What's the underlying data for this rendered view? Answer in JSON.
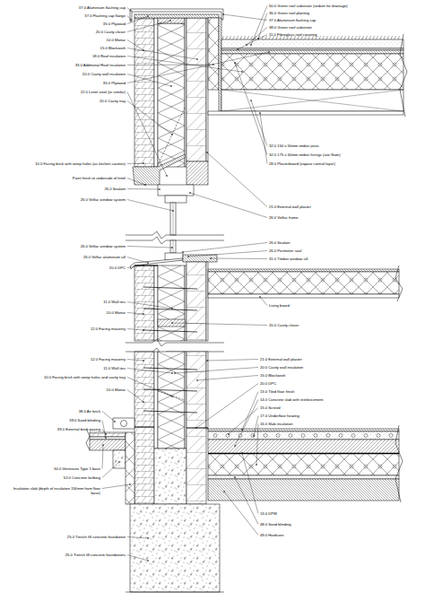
{
  "diagram": {
    "labels": [
      "37.0 Aluminium flashing cap",
      "37.0 Flashing cap flange",
      "35.0 Plywood",
      "20.0 Cavity closer",
      "10.0 Mortar",
      "15.0 Blockwork",
      "18.0 Roof insulation",
      "33.0 Additional Roof insulation",
      "20.0 Cavity wall insulation",
      "35.0 Plywood",
      "22.0 Lintel steel (or similar)",
      "20.0 Cavity tray",
      "10.0 Facing brick with weep holes (as kitchen cavities)",
      "Paint finish to underside of lintel",
      "26.0 Sealant",
      "26.0 Velfac window system",
      "50.0 Green roof substrate (sedum for drainage)",
      "36.0 Green roof planting",
      "37.0 Aluminium flashing cap",
      "38.0 Green roof substrate",
      "11.0 Fibreglass roof covering",
      "32.0 150 x 50mm timber joists",
      "32.0 175 x 50mm timber firrings (see Note)",
      "28.0 Plasterboard (vapour control layer)",
      "21.0 External wall plaster",
      "26.0 Velfac frame",
      "26.0 Velfac window system",
      "26.0 Velfac aluminium sill",
      "20.0 DPC",
      "11.0 Wall ties",
      "10.0 Mortar",
      "12.0 Facing masonry",
      "26.0 Sealant",
      "26.0 Perimeter seal",
      "31.0 Timber window sill",
      "Living board",
      "20.0 Cavity closer",
      "12.0 Facing masonry",
      "11.0 Wall ties",
      "10.0 Facing brick with weep holes and cavity tray",
      "10.0 Mortar",
      "38.0 Air brick",
      "39.0 Sand blinding",
      "39.0 External brick paving",
      "50.0 Ventrovex Type 1 base",
      "52.0 Concrete kerbing",
      "Insulation slab (depth of insulation 150mm from floor base)",
      "25.0 Trench fill concrete foundation",
      "25.0 Trench fill concrete foundations",
      "21.0 External wall plaster",
      "20.0 Cavity wall insulation",
      "15.0 Blockwork",
      "20.0 DPC",
      "13.0 Tiled floor finish",
      "14.0 Concrete slab with reinforcement",
      "15.0 Screed",
      "17.0 Underfloor heating",
      "16.0 Slab insulation",
      "13.0 DPM",
      "48.0 Sand blinding",
      "49.0 Hardcore"
    ]
  }
}
